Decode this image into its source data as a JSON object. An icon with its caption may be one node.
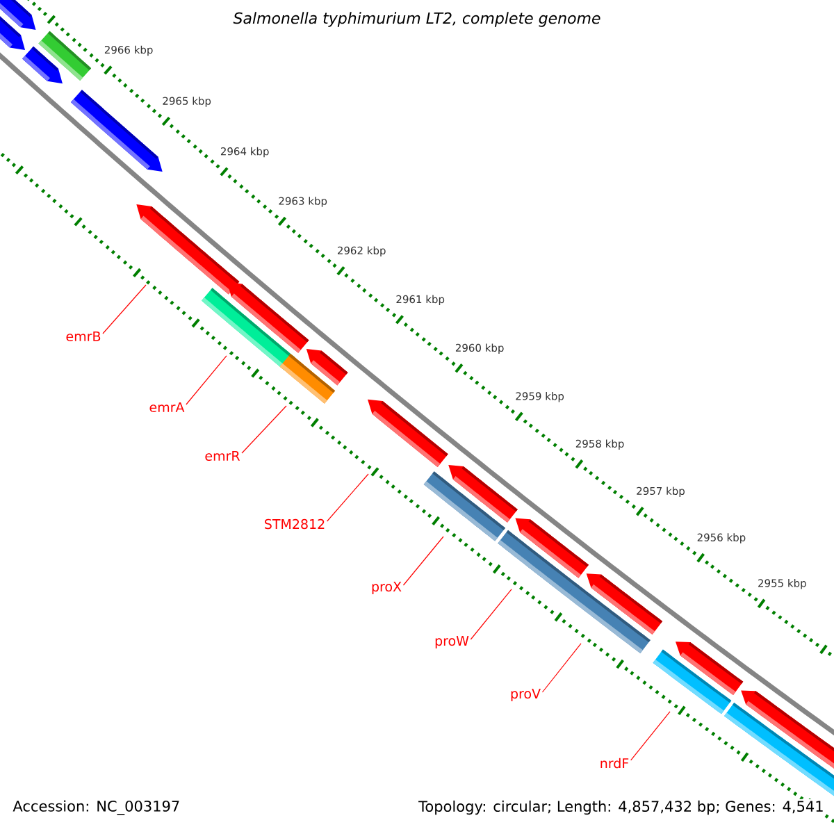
{
  "diagram": {
    "title": "Salmonella typhimurium LT2, complete genome",
    "nodes": [
      {
        "text": [
          "emrB"
        ]
      },
      {
        "text": [
          "emrA"
        ]
      },
      {
        "text": [
          "emrR"
        ]
      },
      {
        "text": [
          "STM2812"
        ]
      },
      {
        "text": [
          "proX"
        ]
      },
      {
        "text": [
          "proW"
        ]
      },
      {
        "text": [
          "proV"
        ]
      },
      {
        "text": [
          "nrdF"
        ]
      }
    ],
    "edges": [
      {
        "from": 0,
        "to": null,
        "arrow": "none"
      },
      {
        "from": 1,
        "to": null,
        "arrow": "none"
      },
      {
        "from": 2,
        "to": null,
        "arrow": "none"
      },
      {
        "from": 3,
        "to": null,
        "arrow": "none"
      },
      {
        "from": 4,
        "to": null,
        "arrow": "none"
      },
      {
        "from": 5,
        "to": null,
        "arrow": "none"
      },
      {
        "from": 6,
        "to": null,
        "arrow": "none"
      },
      {
        "from": 7,
        "to": null,
        "arrow": "none"
      }
    ],
    "labels": [
      "2966 kbp",
      "2965 kbp",
      "2964 kbp",
      "2963 kbp",
      "2962 kbp",
      "2961 kbp",
      "2960 kbp",
      "2959 kbp",
      "2958 kbp",
      "2957 kbp",
      "2956 kbp",
      "2955 kbp",
      "Accession: NC_003197",
      "Topology: circular; Length: 4,857,432 bp; Genes: 4,541"
    ]
  }
}
